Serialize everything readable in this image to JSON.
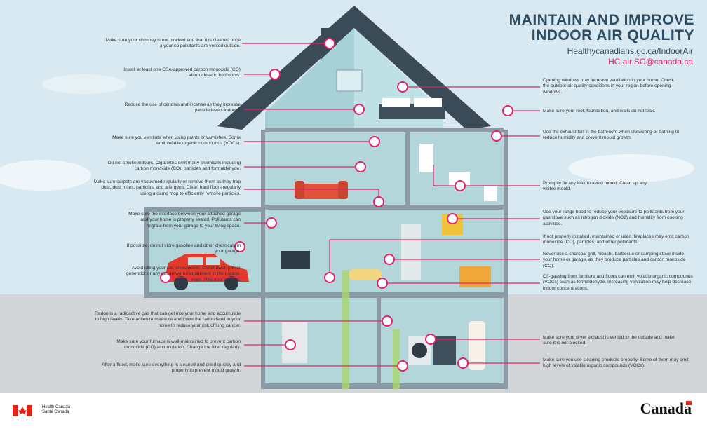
{
  "title": {
    "line1": "MAINTAIN AND IMPROVE",
    "line2": "INDOOR AIR QUALITY"
  },
  "url": "Healthycanadians.gc.ca/IndoorAir",
  "email": "HC.air.SC@canada.ca",
  "notes_left": [
    "Make sure your chimney is not blocked and that it is cleaned once a year so pollutants are vented outside.",
    "Install at least one CSA-approved carbon monoxide (CO) alarm close to bedrooms.",
    "Reduce the use of candles and incense as they increase particle levels indoors.",
    "Make sure you ventilate when using paints or varnishes. Some emit volatile organic compounds (VOCs).",
    "Do not smoke indoors. Cigarettes emit many chemicals including carbon monoxide (CO), particles and formaldehyde.",
    "Make sure carpets are vacuumed regularly or remove them as they trap dust, dust mites, particles, and allergens. Clean hard floors regularly using a damp mop to efficiently remove particles.",
    "Make sure the interface between your attached garage and your home is properly sealed. Pollutants can migrate from your garage to your living space.",
    "If possible, do not store gasoline and other chemicals in your garage.",
    "Avoid idling your car, snowblower, lawnmower, power generator or any gas-powered equipment in the garage, even if the door is open.",
    "Radon is a radioactive gas that can get into your home and accumulate to high levels. Take action to measure and lower the radon level in your home to reduce your risk of lung cancer.",
    "Make sure your furnace is well-maintained to prevent carbon monoxide (CO) accumulation. Change the filter regularly.",
    "After a flood, make sure everything is cleaned and dried quickly and properly to prevent mould growth."
  ],
  "notes_right": [
    "Opening windows may increase ventilation in your home. Check the outdoor air quality conditions in your region before opening windows.",
    "Make sure your roof, foundation, and walls do not leak.",
    "Use the exhaust fan in the bathroom when showering or bathing to reduce humidity and prevent mould growth.",
    "Promptly fix any leak to avoid mould. Clean up any visible mould.",
    "Use your range hood to reduce your exposure to pollutants from your gas stove such as nitrogen dioxide (NO2) and humidity from cooking activities.",
    "If not properly installed, maintained or used, fireplaces may emit carbon monoxide (CO), particles, and other pollutants.",
    "Never use a charcoal grill, hibachi, barbecue or camping stove inside your home or garage, as they produce particles and carbon monoxide (CO).",
    "Off-gassing from furniture and floors can emit volatile organic compounds (VOCs) such as formaldehyde. Increasing ventilation may help decrease indoor concentrations.",
    "Make sure your dryer exhaust is vented to the outside and make sure it is not blocked.",
    "Make sure you use cleaning products properly. Some of them may emit high levels of volatile organic compounds (VOCs)."
  ],
  "footer": {
    "hc_en": "Health Canada",
    "hc_fr": "Santé Canada",
    "wordmark": "Canada"
  },
  "colors": {
    "accent": "#e2226b",
    "roof": "#3b4a57",
    "wall": "#b3d6db",
    "frame": "#8b9aa5",
    "title": "#2e4c62"
  }
}
